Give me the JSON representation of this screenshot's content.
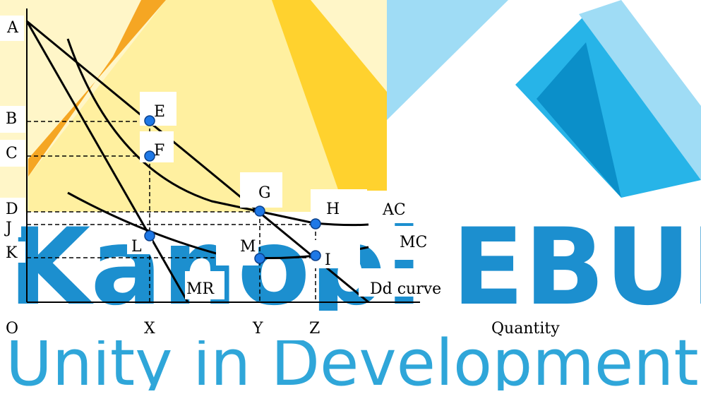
{
  "watermark": {
    "brand_fragment_left": "Kanopi",
    "brand_fragment_right": "EBUI",
    "tagline": "Unity in Development",
    "colors": {
      "orange": "#f5a623",
      "yellow": "#ffd22e",
      "pale_yellow": "#fff3b0",
      "blue": "#27b4e8",
      "light_blue": "#9fdcf5",
      "dark_blue": "#0b8fc9",
      "text_blue": "#1c8fcf"
    }
  },
  "diagram": {
    "origin_label": "O",
    "x_axis_label": "Quantity",
    "y_labels": [
      "A",
      "B",
      "C",
      "D",
      "J",
      "K"
    ],
    "x_labels": [
      "X",
      "Y",
      "Z"
    ],
    "curves": [
      {
        "id": "ac",
        "label": "AC"
      },
      {
        "id": "mc",
        "label": "MC"
      },
      {
        "id": "mr",
        "label": "MR"
      },
      {
        "id": "dd",
        "label": "Dd curve"
      }
    ],
    "points": [
      "E",
      "F",
      "G",
      "H",
      "L",
      "M",
      "I"
    ]
  }
}
